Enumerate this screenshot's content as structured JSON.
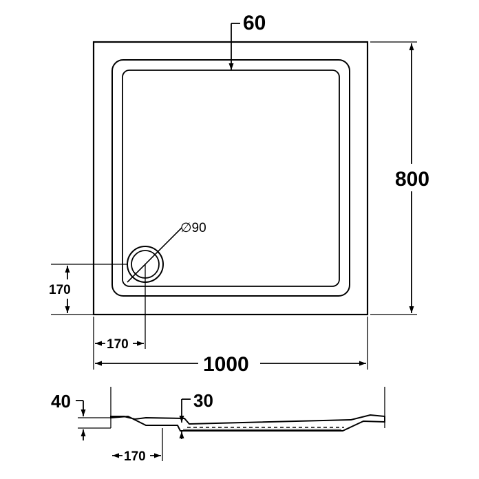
{
  "dimensions": {
    "rim_width": "60",
    "height": "800",
    "width": "1000",
    "drain_diameter": "∅90",
    "drain_offset_y": "170",
    "drain_offset_x": "170",
    "tray_depth": "40",
    "base_depth": "30",
    "profile_drain_offset": "170"
  }
}
